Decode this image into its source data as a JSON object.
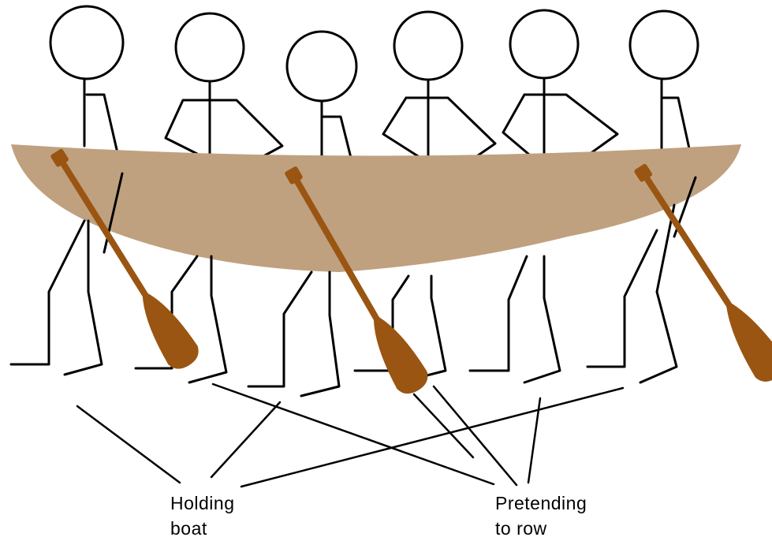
{
  "labels": {
    "holding": {
      "line1": "Holding",
      "line2": "boat"
    },
    "pretending": {
      "line1": "Pretending",
      "line2": "to row"
    }
  },
  "colors": {
    "boat": "#bfa17f",
    "oar": "#9a5512",
    "stroke": "#000000"
  }
}
